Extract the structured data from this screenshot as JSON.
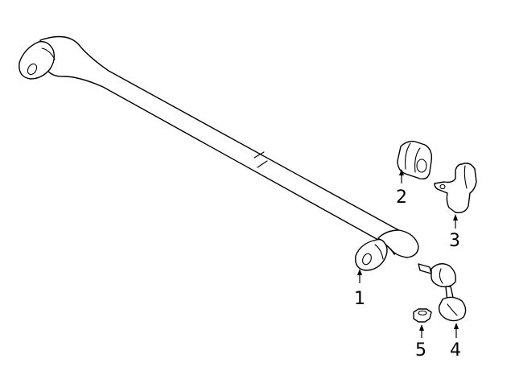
{
  "callouts": [
    {
      "id": "stabilizer-bar",
      "label": "1"
    },
    {
      "id": "bushing",
      "label": "2"
    },
    {
      "id": "bushing-bracket",
      "label": "3"
    },
    {
      "id": "stabilizer-link",
      "label": "4"
    },
    {
      "id": "nut",
      "label": "5"
    }
  ],
  "colors": {
    "line": "#000000",
    "background": "#ffffff"
  }
}
